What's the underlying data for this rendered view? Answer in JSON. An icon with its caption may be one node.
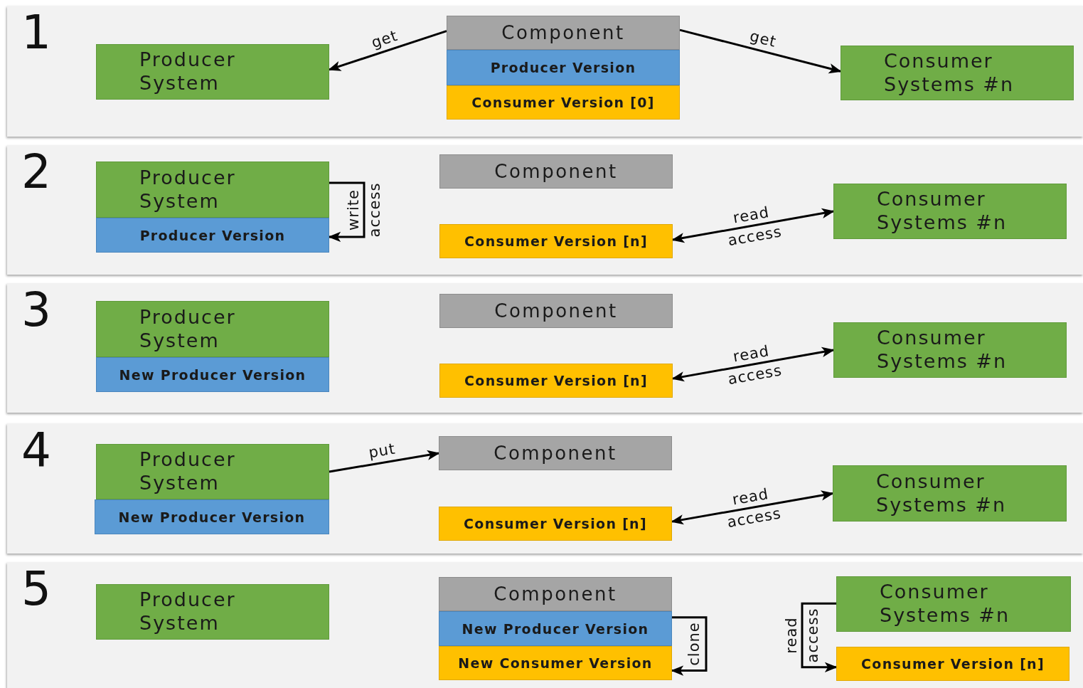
{
  "diagram": {
    "nodes": [
      {
        "text": [
          "1"
        ]
      },
      {
        "text": [
          "Producer System"
        ],
        "in": 0
      },
      {
        "text": [
          "Component"
        ],
        "in": 0
      },
      {
        "text": [
          "Producer Version"
        ],
        "in": 0
      },
      {
        "text": [
          "Consumer Version [0]"
        ],
        "in": 0
      },
      {
        "text": [
          "Consumer Systems #n"
        ],
        "in": 0
      },
      {
        "text": [
          "2"
        ]
      },
      {
        "text": [
          "Producer System"
        ],
        "in": 6
      },
      {
        "text": [
          "Producer Version"
        ],
        "in": 6
      },
      {
        "text": [
          "Component"
        ],
        "in": 6
      },
      {
        "text": [
          "Consumer Version [n]"
        ],
        "in": 6
      },
      {
        "text": [
          "Consumer Systems #n"
        ],
        "in": 6
      },
      {
        "text": [
          "3"
        ]
      },
      {
        "text": [
          "Producer System"
        ],
        "in": 12
      },
      {
        "text": [
          "New Producer Version"
        ],
        "in": 12
      },
      {
        "text": [
          "Component"
        ],
        "in": 12
      },
      {
        "text": [
          "Consumer Version [n]"
        ],
        "in": 12
      },
      {
        "text": [
          "Consumer Systems #n"
        ],
        "in": 12
      },
      {
        "text": [
          "4"
        ]
      },
      {
        "text": [
          "Producer System"
        ],
        "in": 18
      },
      {
        "text": [
          "New Producer Version"
        ],
        "in": 18
      },
      {
        "text": [
          "Component"
        ],
        "in": 18
      },
      {
        "text": [
          "Consumer Version [n]"
        ],
        "in": 18
      },
      {
        "text": [
          "Consumer Systems #n"
        ],
        "in": 18
      },
      {
        "text": [
          "5"
        ]
      },
      {
        "text": [
          "Producer System"
        ],
        "in": 24
      },
      {
        "text": [
          "Component"
        ],
        "in": 24
      },
      {
        "text": [
          "New Producer Version"
        ],
        "in": 24
      },
      {
        "text": [
          "New Consumer Version"
        ],
        "in": 24
      },
      {
        "text": [
          "Consumer Systems #n"
        ],
        "in": 24
      },
      {
        "text": [
          "Consumer Version [n]"
        ],
        "in": 24
      }
    ],
    "edges": [
      {
        "from": 2,
        "to": 1,
        "arrow": "to",
        "label": "get"
      },
      {
        "from": 2,
        "to": 5,
        "arrow": "to",
        "label": "get"
      },
      {
        "from": 7,
        "to": 8,
        "arrow": "to",
        "label": "write access"
      },
      {
        "from": 10,
        "to": 11,
        "arrow": "both",
        "label": "read access"
      },
      {
        "from": 16,
        "to": 17,
        "arrow": "both",
        "label": "read access"
      },
      {
        "from": 19,
        "to": 21,
        "arrow": "to",
        "label": "put"
      },
      {
        "from": 22,
        "to": 23,
        "arrow": "both",
        "label": "read access"
      },
      {
        "from": 27,
        "to": 28,
        "arrow": "to",
        "label": "clone"
      },
      {
        "from": 29,
        "to": 30,
        "arrow": "to",
        "label": "read access"
      }
    ]
  }
}
